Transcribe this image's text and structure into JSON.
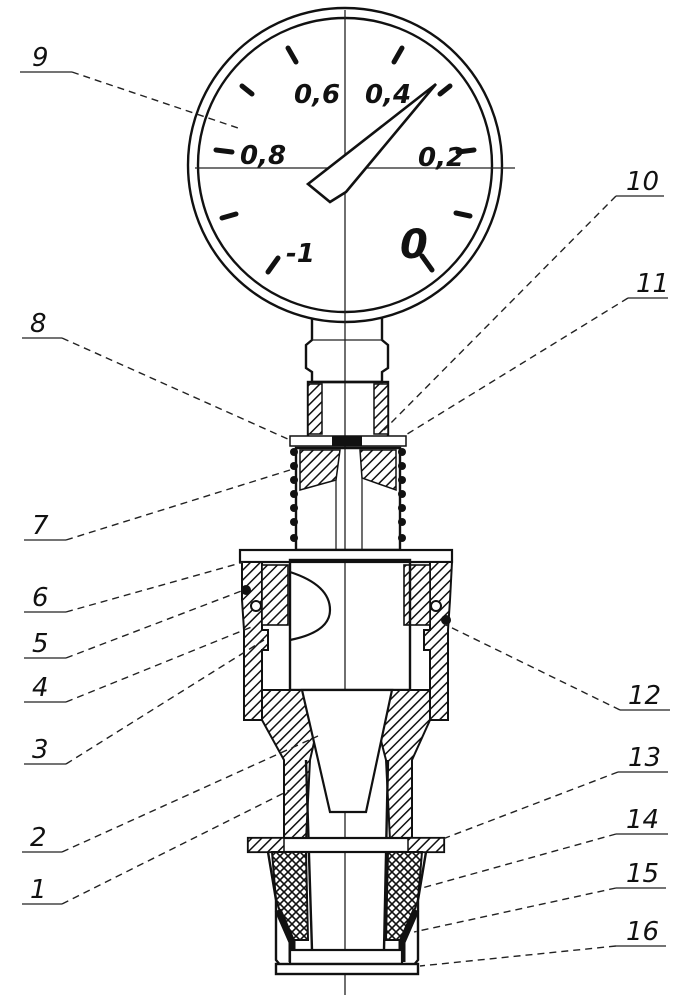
{
  "gauge": {
    "scale_labels": [
      "0,6",
      "0,4",
      "0,8",
      "0,2",
      "-1",
      "0"
    ]
  },
  "callouts": [
    "9",
    "10",
    "11",
    "8",
    "7",
    "6",
    "5",
    "4",
    "3",
    "12",
    "2",
    "13",
    "14",
    "1",
    "15",
    "16"
  ]
}
